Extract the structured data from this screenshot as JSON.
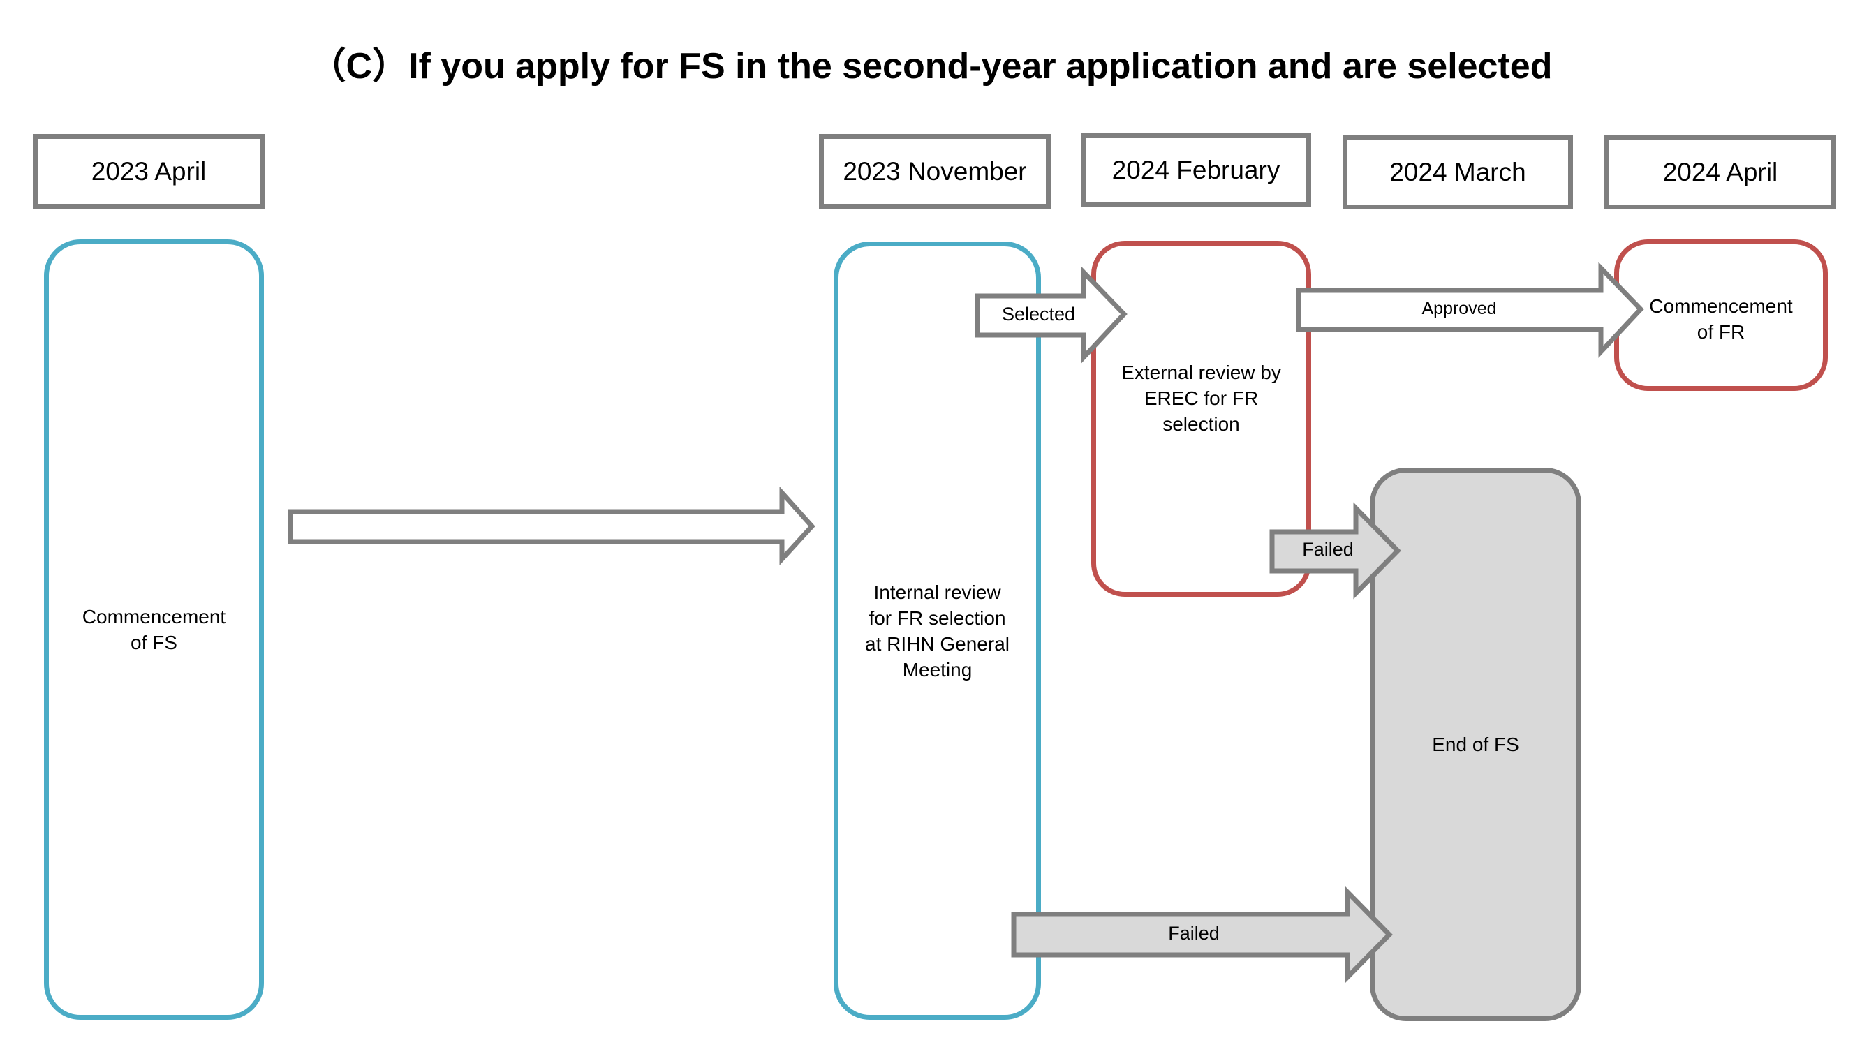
{
  "title": "（C）If you apply for FS in the second-year application and are selected",
  "months": [
    "2023 April",
    "2023 November",
    "2024 February",
    "2024 March",
    "2024 April"
  ],
  "boxes": {
    "commencement_fs": "Commencement\nof FS",
    "internal_review": "Internal review\nfor FR selection\nat RIHN General\nMeeting",
    "external_review": "External review by\nEREC for FR\nselection",
    "end_fs": "End of FS",
    "commencement_fr": "Commencement\nof FR"
  },
  "arrows": {
    "selected": "Selected",
    "approved": "Approved",
    "failed_external": "Failed",
    "failed_internal": "Failed"
  },
  "colors": {
    "fs_stage": "#4bacc6",
    "fr_stage": "#c0504d",
    "end_stage": "#7f7f7f",
    "end_fill": "#d9d9d9"
  }
}
